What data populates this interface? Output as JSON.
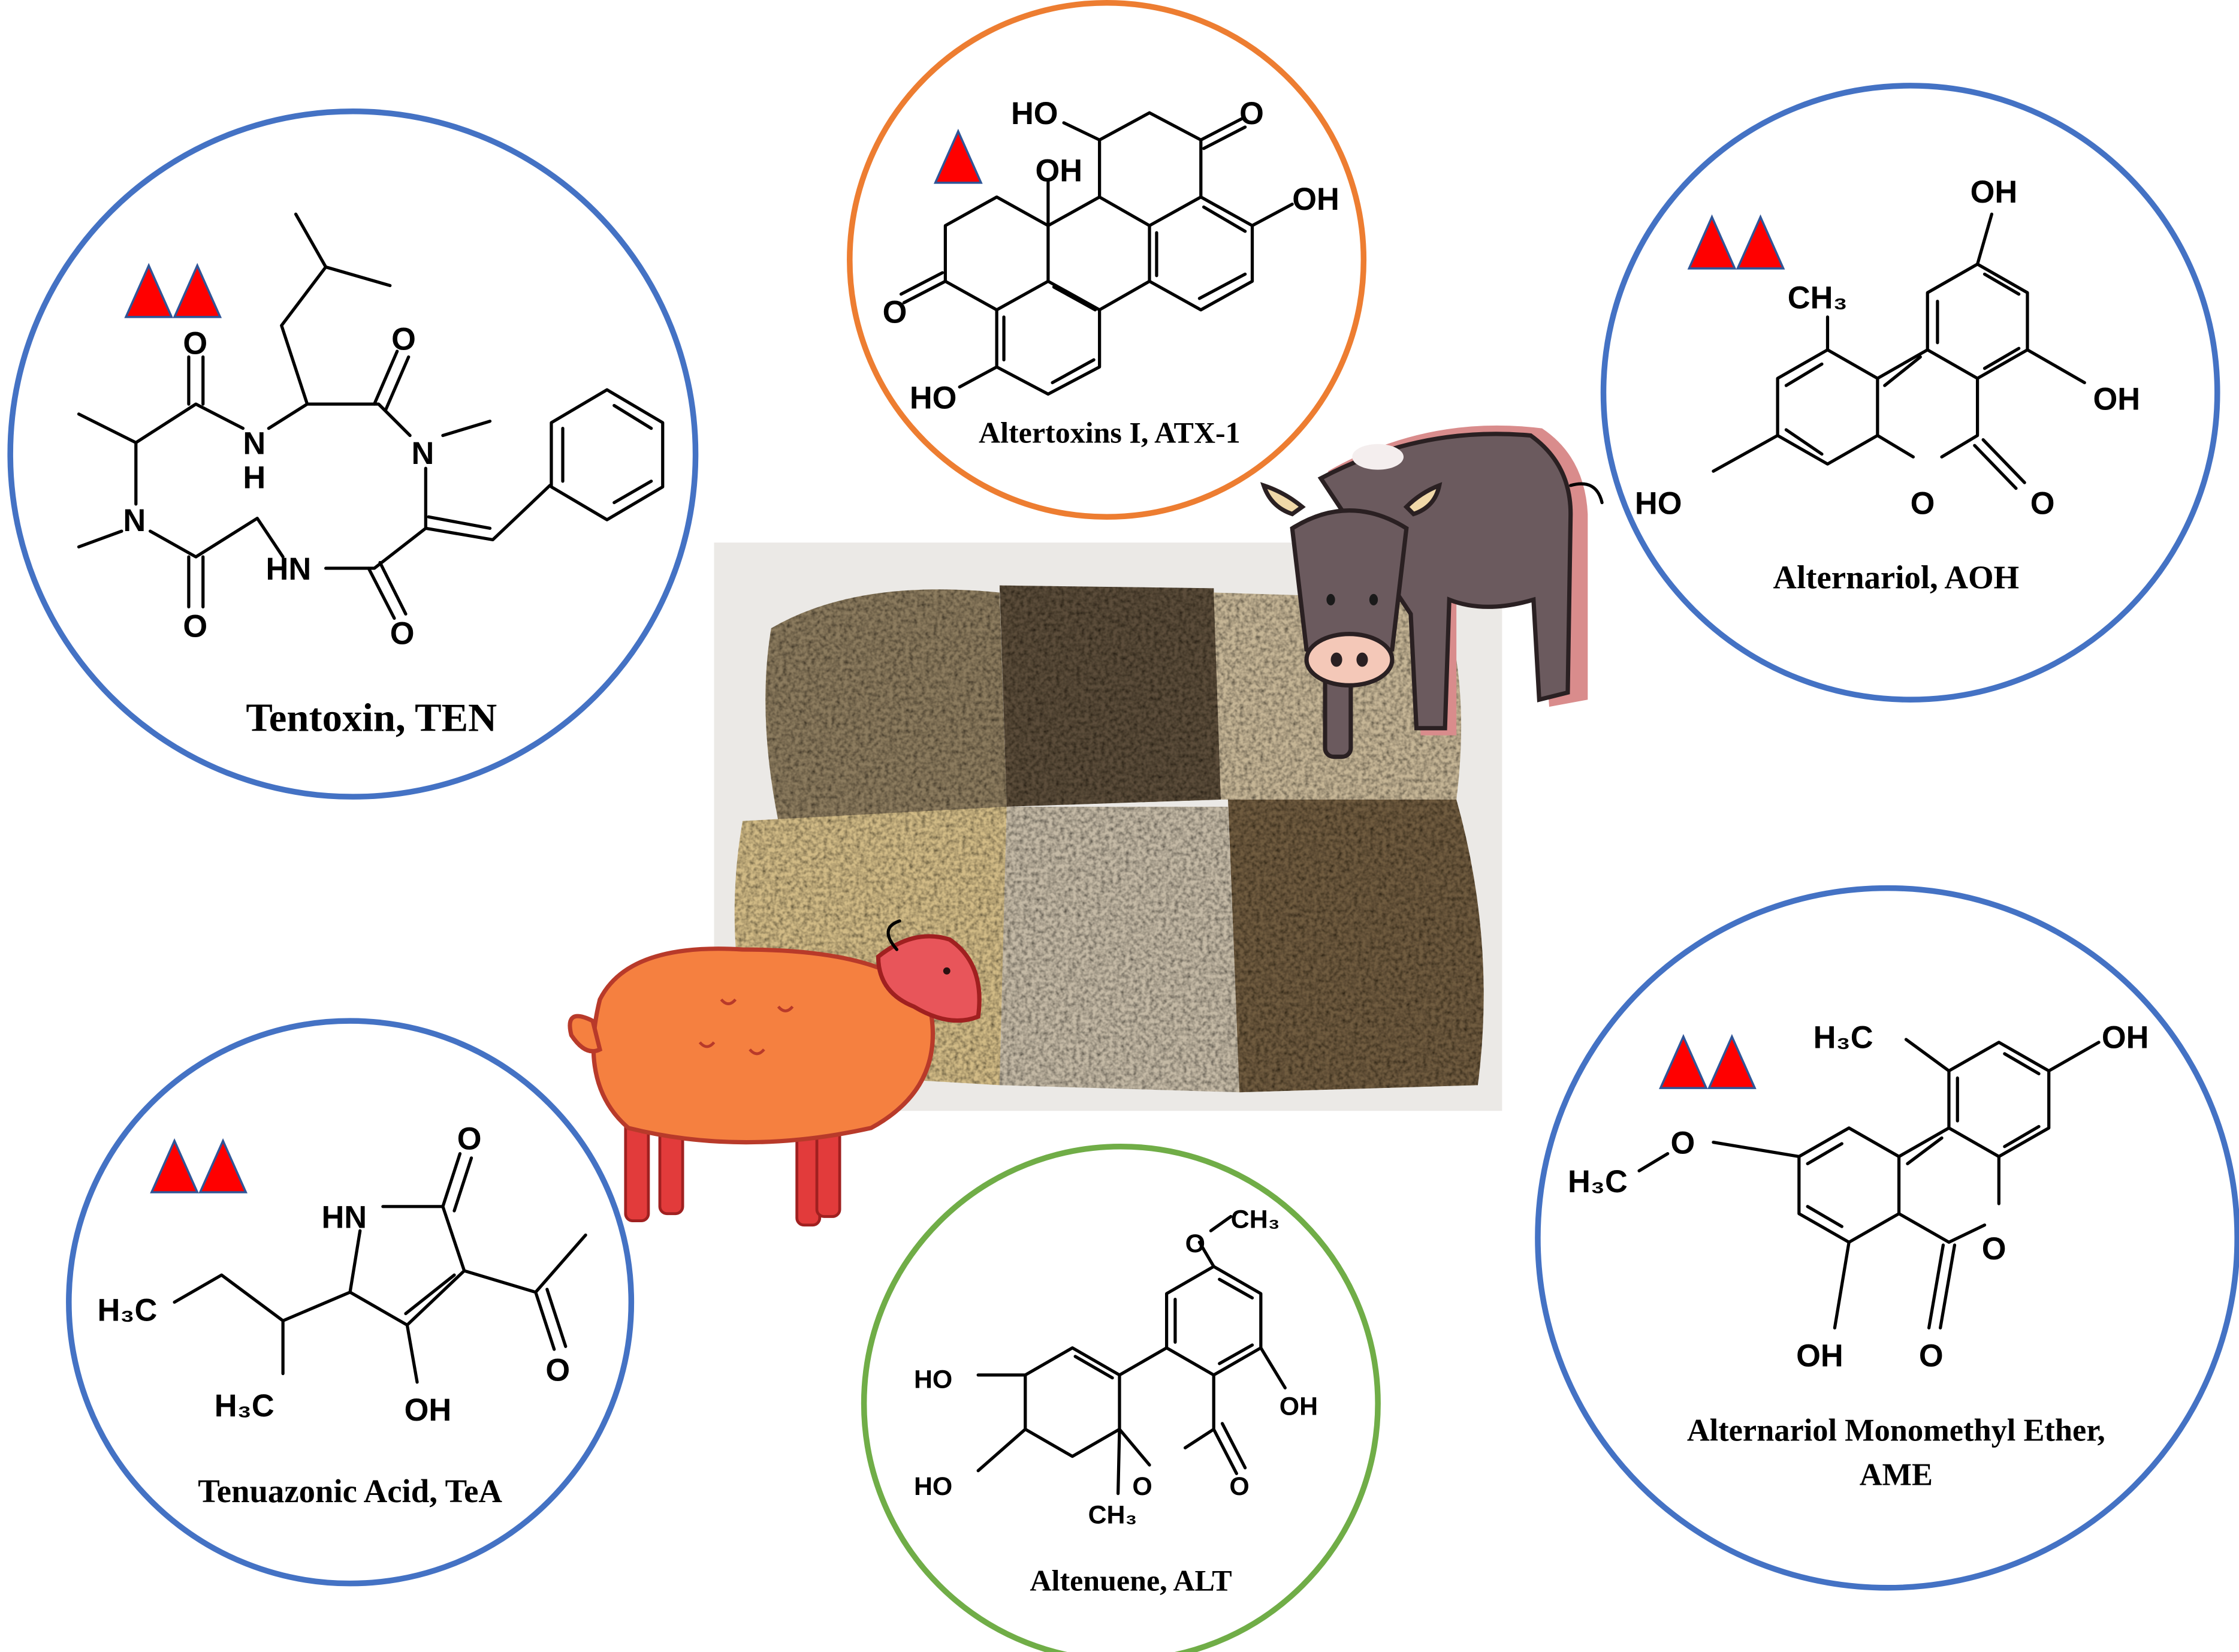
{
  "colors": {
    "ring_blue": "#4472C4",
    "ring_orange": "#ED7D31",
    "ring_green": "#70AD47",
    "risk_marker_fill": "#FF0000",
    "risk_marker_stroke": "#2F5597"
  },
  "center_image": {
    "subject": "feed-photo"
  },
  "molecules": {
    "ten": {
      "caption": "Tentoxin, TEN",
      "risk_markers": 2,
      "atoms": [
        "O",
        "N",
        "H",
        "O",
        "N",
        "N",
        "HN",
        "O",
        "O"
      ]
    },
    "atx": {
      "caption": "Altertoxins I, ATX-1",
      "risk_markers": 1,
      "atoms": [
        "HO",
        "O",
        "OH",
        "OH",
        "O",
        "HO"
      ]
    },
    "aoh": {
      "caption": "Alternariol, AOH",
      "risk_markers": 2,
      "atoms": [
        "OH",
        "CH₃",
        "OH",
        "HO",
        "O",
        "O"
      ]
    },
    "tea": {
      "caption": "Tenuazonic  Acid, TeA",
      "risk_markers": 2,
      "atoms": [
        "O",
        "HN",
        "H₃C",
        "H₃C",
        "OH",
        "O"
      ]
    },
    "alt": {
      "caption": "Altenuene, ALT",
      "atoms": [
        "O",
        "CH₃",
        "HO",
        "OH",
        "HO",
        "O",
        "O",
        "CH₃"
      ]
    },
    "ame": {
      "caption_line1": "Alternariol Monomethyl Ether,",
      "caption_line2": "AME",
      "risk_markers": 2,
      "atoms": [
        "H₃C",
        "OH",
        "O",
        "H₃C",
        "O",
        "OH",
        "O"
      ]
    }
  }
}
